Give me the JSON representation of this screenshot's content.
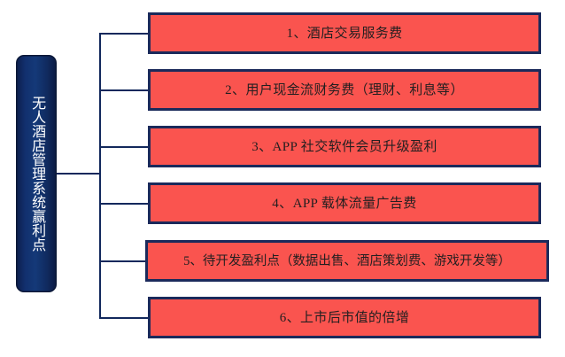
{
  "diagram": {
    "title": "无人酒店管理系统赢利点",
    "root": {
      "label": "无人酒店管理系统赢利点"
    },
    "colors": {
      "box_fill": "#fa544f",
      "box_border": "#1b2a5b",
      "root_fill": "#143978",
      "root_text": "#ffffff",
      "connector": "#12285c",
      "background": "#ffffff",
      "item_text": "#231f20"
    },
    "items": [
      {
        "index": "1",
        "label": "1、酒店交易服务费"
      },
      {
        "index": "2",
        "label": "2、用户现金流财务费（理财、利息等）"
      },
      {
        "index": "3",
        "label": "3、APP 社交软件会员升级盈利"
      },
      {
        "index": "4",
        "label": "4、APP 载体流量广告费"
      },
      {
        "index": "5",
        "label": "5、待开发盈利点（数据出售、酒店策划费、游戏开发等）"
      },
      {
        "index": "6",
        "label": "6、上市后市值的倍增"
      }
    ]
  }
}
